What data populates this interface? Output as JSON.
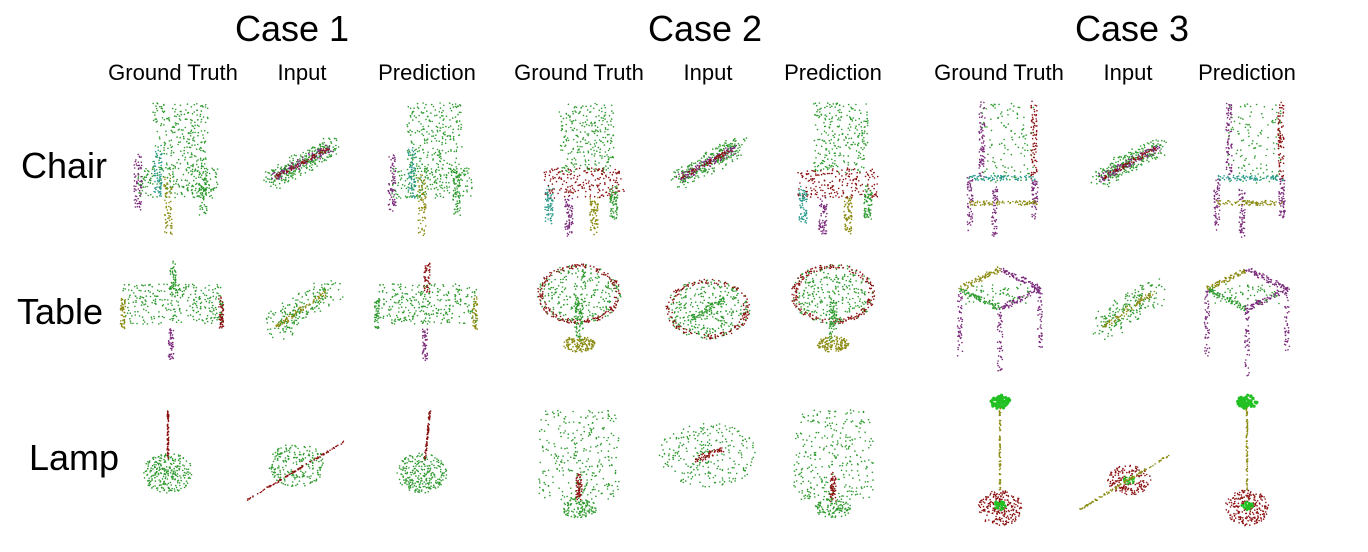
{
  "case_titles": [
    "Case 1",
    "Case 2",
    "Case 3"
  ],
  "column_labels": {
    "ground_truth": "Ground Truth",
    "input": "Input",
    "prediction": "Prediction"
  },
  "rows": [
    {
      "label": "Chair",
      "shape": "chair"
    },
    {
      "label": "Table",
      "shape": "table"
    },
    {
      "label": "Lamp",
      "shape": "lamp"
    }
  ],
  "colors": {
    "green": "#2e9a2e",
    "darkred": "#8b1010",
    "olive": "#8a8a10",
    "purple": "#7a2a7a",
    "teal": "#2a9a8a",
    "bright_green": "#22c022"
  }
}
